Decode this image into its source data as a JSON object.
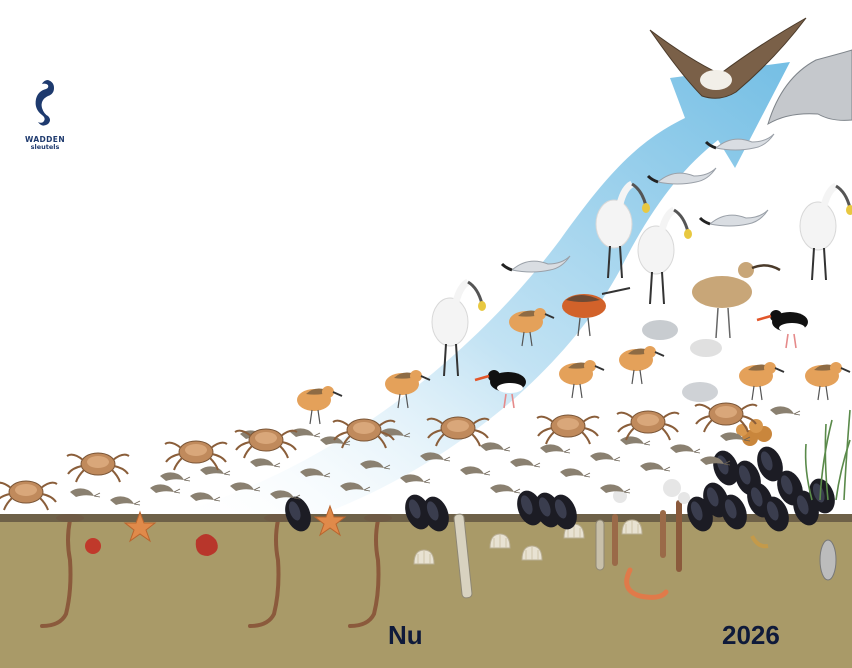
{
  "logo": {
    "title": "WADDEN",
    "subtitle": "sleutels",
    "icon": "seahorse-icon",
    "color": "#1e3a6e"
  },
  "labels": {
    "now": "Nu",
    "future": "2026"
  },
  "colors": {
    "sediment": "#a99a68",
    "sediment_surface": "#6e6148",
    "arrow_top": "#7cc3e6",
    "arrow_bottom": "#e8f4fb",
    "label_text": "#0f1a3a"
  }
}
